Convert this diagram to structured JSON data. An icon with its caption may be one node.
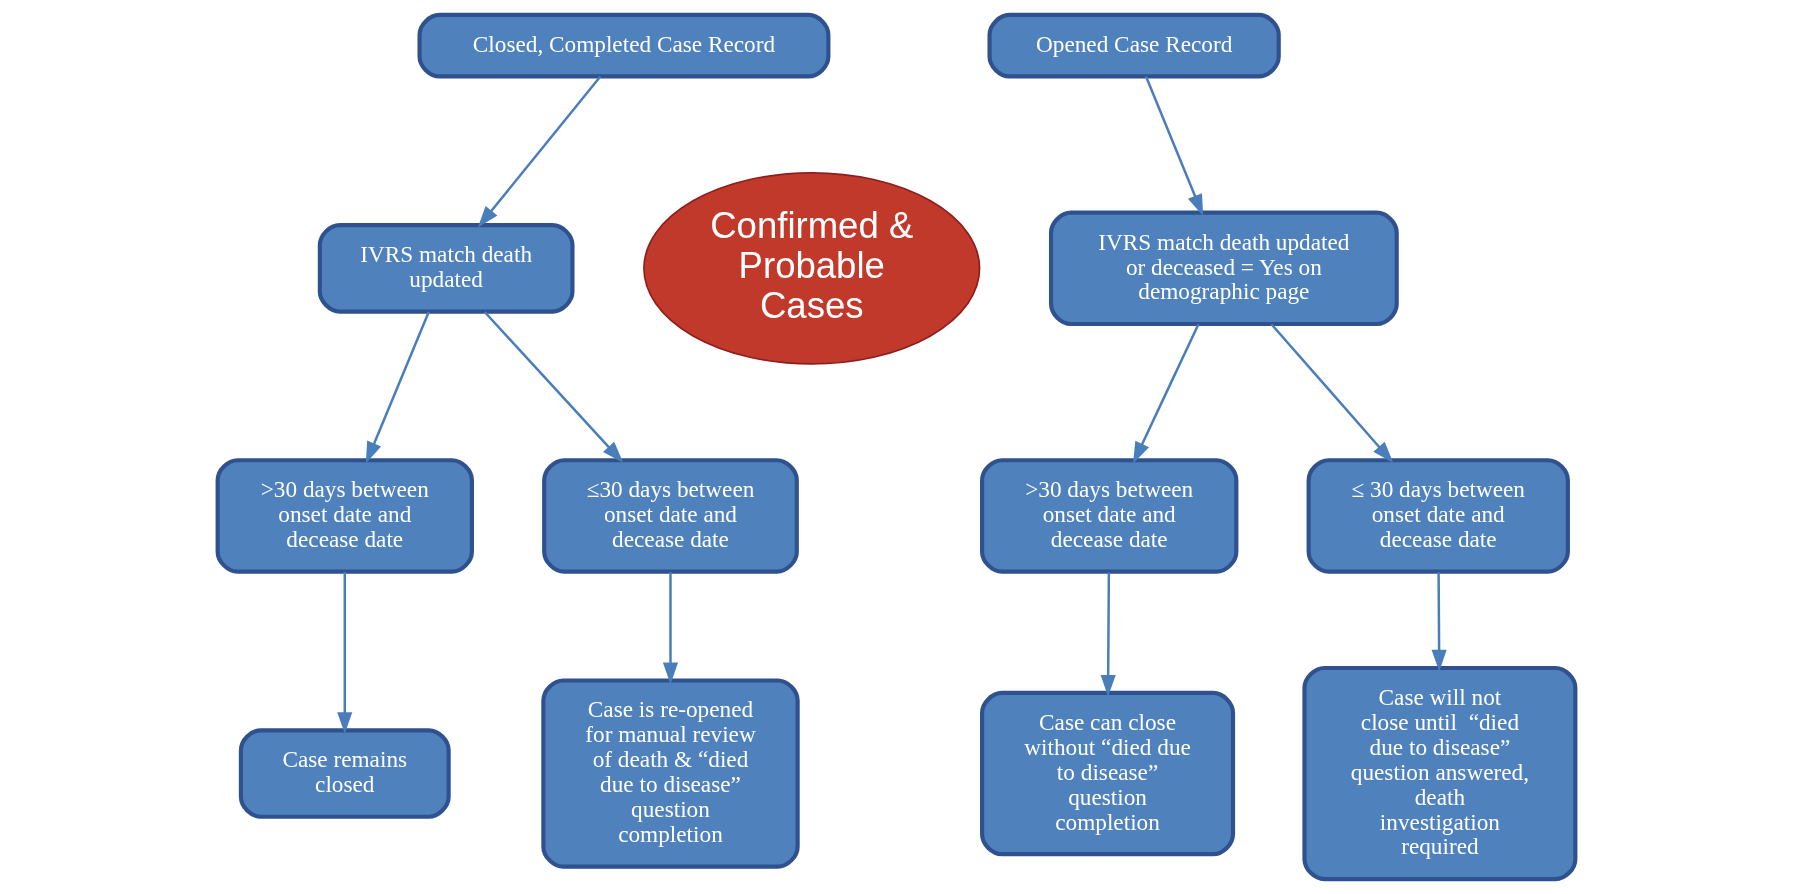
{
  "diagram": {
    "nodes": [
      {
        "text": [
          "Closed, Completed Case Record"
        ]
      },
      {
        "text": [
          "Opened Case Record"
        ]
      },
      {
        "text": [
          "Confirmed & Probable Cases"
        ]
      },
      {
        "text": [
          "IVRS match death updated"
        ]
      },
      {
        "text": [
          "IVRS match death updated or deceased = Yes on demographic page"
        ]
      },
      {
        "text": [
          ">30 days between onset date and decease date"
        ]
      },
      {
        "text": [
          "≤30 days between onset date and decease date"
        ]
      },
      {
        "text": [
          ">30 days between onset date and decease date"
        ]
      },
      {
        "text": [
          "≤ 30 days between onset date and decease date"
        ]
      },
      {
        "text": [
          "Case remains closed"
        ]
      },
      {
        "text": [
          "Case is re-opened for manual review of death & “died due to disease” question completion"
        ]
      },
      {
        "text": [
          "Case can close without “died due to disease” question completion"
        ]
      },
      {
        "text": [
          "Case will not close until  “died due to disease” question answered,  death investigation required"
        ]
      }
    ],
    "edges": [
      {
        "from": 0,
        "to": 3,
        "arrow": "to"
      },
      {
        "from": 3,
        "to": 5,
        "arrow": "to"
      },
      {
        "from": 3,
        "to": 6,
        "arrow": "to"
      },
      {
        "from": 1,
        "to": 4,
        "arrow": "to"
      },
      {
        "from": 4,
        "to": 7,
        "arrow": "to"
      },
      {
        "from": 4,
        "to": 8,
        "arrow": "to"
      },
      {
        "from": 5,
        "to": 9,
        "arrow": "to"
      },
      {
        "from": 6,
        "to": 10,
        "arrow": "to"
      },
      {
        "from": 7,
        "to": 11,
        "arrow": "to"
      },
      {
        "from": 8,
        "to": 12,
        "arrow": "to"
      }
    ]
  }
}
